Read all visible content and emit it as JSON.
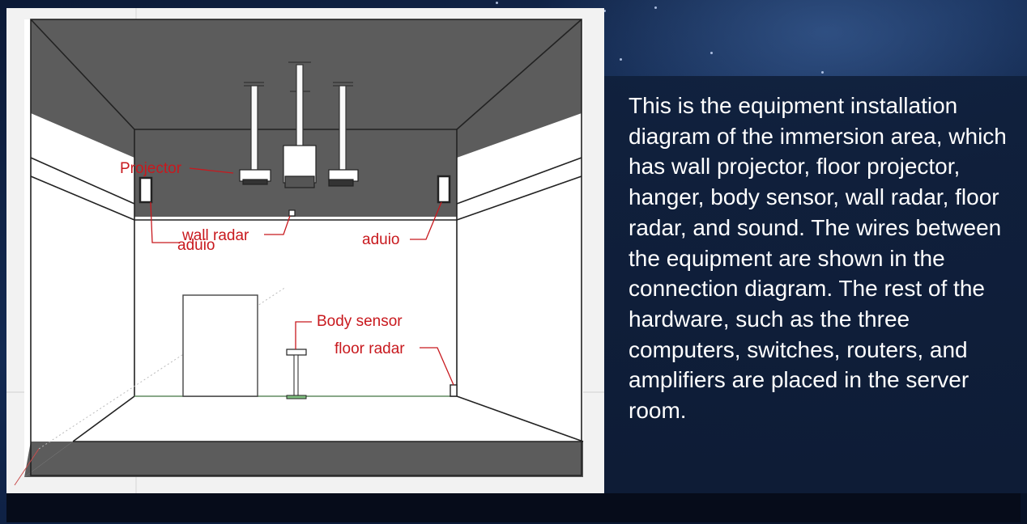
{
  "diagram": {
    "labels": {
      "projector": "Projector",
      "wall_radar": "wall radar",
      "audio_left": "aduio",
      "audio_right": "aduio",
      "body_sensor": "Body sensor",
      "floor_radar": "floor radar"
    }
  },
  "description": "This is the equipment installation diagram of the immersion area, which has wall projector, floor projector, hanger, body sensor, wall radar, floor radar, and sound. The wires between the equipment are shown in the connection diagram. The rest of the hardware, such as the three computers, switches, routers, and amplifiers are placed in the server room.",
  "colors": {
    "label_red": "#c8191e",
    "ceiling_gray": "#5c5c5c",
    "background_navy": "#0c1a36"
  }
}
